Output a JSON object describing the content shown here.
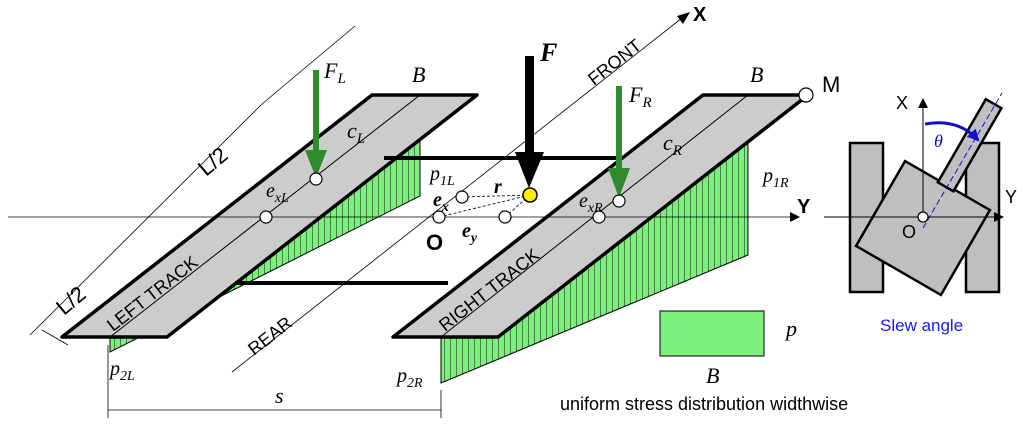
{
  "colors": {
    "track_fill": "#cccccc",
    "stress_fill": "#7cf07c",
    "force_arrow": "#2e8b2e",
    "load_point": "#ffee00",
    "slew_arrow": "#1010cc",
    "slew_text": "#1a1aee",
    "outline": "#000000"
  },
  "labels": {
    "x_axis": "X",
    "y_axis": "Y",
    "front": "FRONT",
    "rear": "REAR",
    "force": "F",
    "force_left": "F",
    "force_left_sub": "L",
    "force_right": "F",
    "force_right_sub": "R",
    "width_left": "B",
    "width_right": "B",
    "point_m": "M",
    "half_length_top": "L/2",
    "half_length_bottom": "L/2",
    "centroid_left": "c",
    "centroid_left_sub": "L",
    "centroid_right": "c",
    "centroid_right_sub": "R",
    "ecc_left": "e",
    "ecc_left_sub": "xL",
    "ecc_right": "e",
    "ecc_right_sub": "xR",
    "p1l": "p",
    "p1l_sub": "1L",
    "p1r": "p",
    "p1r_sub": "1R",
    "p2l": "p",
    "p2l_sub": "2L",
    "p2r": "p",
    "p2r_sub": "2R",
    "ex": "e",
    "ex_sub": "x",
    "ey": "e",
    "ey_sub": "y",
    "r": "r",
    "origin": "O",
    "left_track": "LEFT TRACK",
    "right_track": "RIGHT TRACK",
    "gauge": "s",
    "legend_p": "p",
    "legend_b": "B",
    "legend_caption": "uniform stress distribution widthwise"
  },
  "inset": {
    "x_axis": "X",
    "y_axis": "Y",
    "origin": "O",
    "theta": "θ",
    "caption": "Slew angle"
  },
  "icons": {
    "force_arrow": "down-arrow-icon",
    "slew_arrow": "curved-arrow-icon",
    "load_point": "filled-circle-icon"
  }
}
